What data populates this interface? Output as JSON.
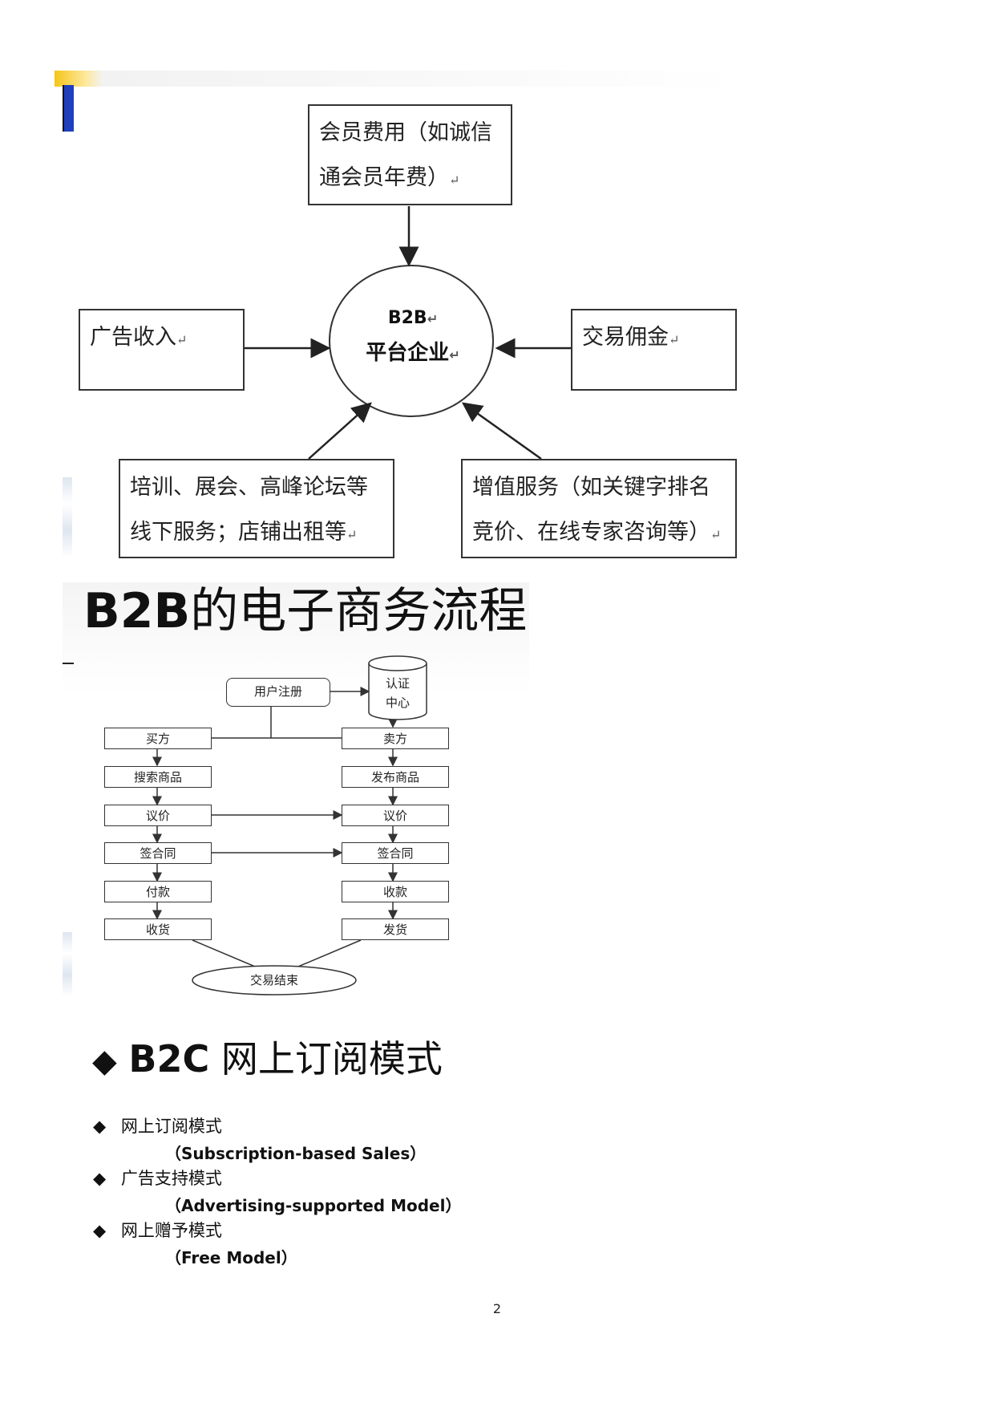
{
  "revenue_diagram": {
    "center": {
      "line1": "B2B",
      "line2": "平台企业"
    },
    "top_box": {
      "line1": "会员费用（如诚信",
      "line2": "通会员年费）"
    },
    "left_box": {
      "line1": "广告收入"
    },
    "right_box": {
      "line1": "交易佣金"
    },
    "bottom_left_box": {
      "line1": "培训、展会、高峰论坛等",
      "line2": "线下服务；店铺出租等"
    },
    "bottom_right_box": {
      "line1": "增值服务（如关键字排名",
      "line2": "竞价、在线专家咨询等）"
    },
    "return_mark": "↵"
  },
  "flow_title": {
    "prefix": "B2B",
    "suffix": "的电子商务流程"
  },
  "flowchart": {
    "register": "用户注册",
    "auth_center": {
      "line1": "认证",
      "line2": "中心"
    },
    "buyer": [
      "买方",
      "搜索商品",
      "议价",
      "签合同",
      "付款",
      "收货"
    ],
    "seller": [
      "卖方",
      "发布商品",
      "议价",
      "签合同",
      "收款",
      "发货"
    ],
    "end": "交易结束"
  },
  "b2c_heading": {
    "bullet": "◆",
    "prefix": "B2C",
    "text": "网上订阅模式"
  },
  "b2c_list": [
    {
      "bullet": "◆",
      "title": "网上订阅模式",
      "sub": "（Subscription-based Sales）"
    },
    {
      "bullet": "◆",
      "title": "广告支持模式",
      "sub": "（Advertising-supported Model）"
    },
    {
      "bullet": "◆",
      "title": "网上赠予模式",
      "sub": "（Free Model）"
    }
  ],
  "page_number": "2",
  "colors": {
    "accent_yellow": "#f5c518",
    "accent_blue": "#1f3fbf"
  }
}
